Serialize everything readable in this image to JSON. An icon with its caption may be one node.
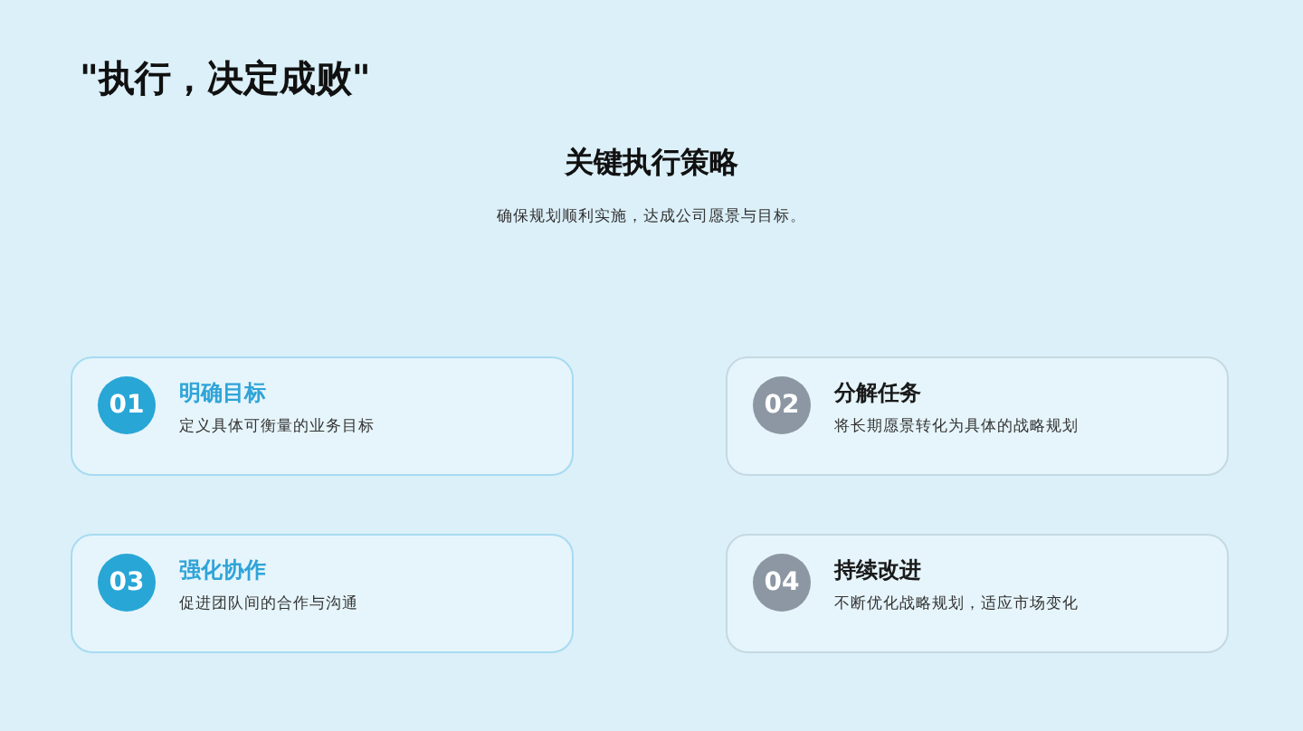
{
  "diagram": {
    "title": "\"执行，决定成败\"",
    "nodes": [
      {
        "text": [
          "明确目标",
          "定义具体可衡量的业务目标"
        ]
      },
      {
        "text": [
          "01"
        ],
        "in": 0
      },
      {
        "text": [
          "分解任务",
          "将长期愿景转化为具体的战略规划"
        ]
      },
      {
        "text": [
          "02"
        ],
        "in": 2
      },
      {
        "text": [
          "强化协作",
          "促进团队间的合作与沟通"
        ]
      },
      {
        "text": [
          "03"
        ],
        "in": 4
      },
      {
        "text": [
          "持续改进",
          "不断优化战略规划，适应市场变化"
        ]
      },
      {
        "text": [
          "04"
        ],
        "in": 6
      }
    ],
    "labels": [
      "关键执行策略",
      "确保规划顺利实施，达成公司愿景与目标。"
    ]
  }
}
